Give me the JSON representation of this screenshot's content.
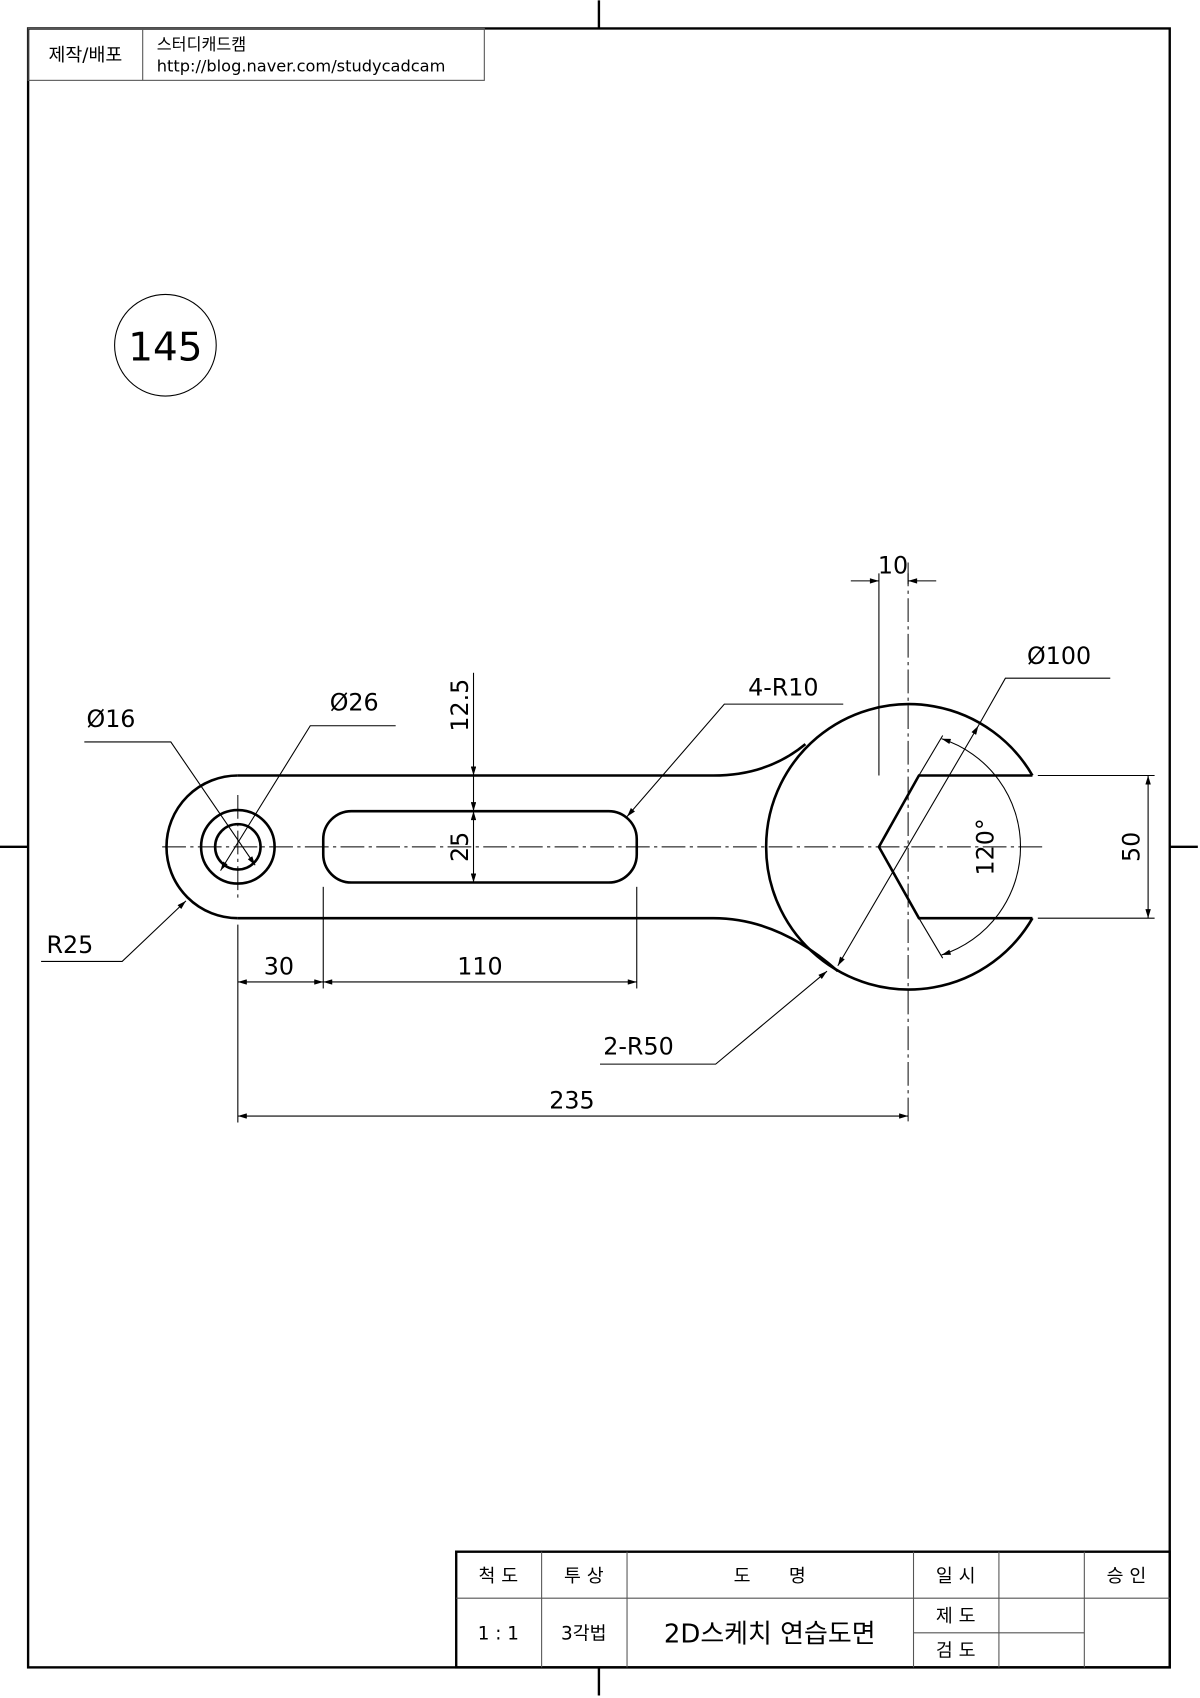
{
  "header": {
    "label": "제작/배포",
    "author": "스터디캐드캠",
    "url": "http://blog.naver.com/studycadcam"
  },
  "drawing_number": "145",
  "dimensions": {
    "phi16": "Ø16",
    "phi26": "Ø26",
    "r25": "R25",
    "d12_5": "12.5",
    "d25": "25",
    "r10": "4-R10",
    "d10": "10",
    "phi100": "Ø100",
    "angle": "120°",
    "d50": "50",
    "d30": "30",
    "d110": "110",
    "r50": "2-R50",
    "d235": "235"
  },
  "title_block": {
    "scale_label": "척 도",
    "projection_label": "투 상",
    "name_label": "도 명",
    "date_label": "일 시",
    "approval_label": "승 인",
    "scale": "1 : 1",
    "projection": "3각법",
    "name": "2D스케치 연습도면",
    "drafted_label": "제 도",
    "checked_label": "검 도"
  }
}
